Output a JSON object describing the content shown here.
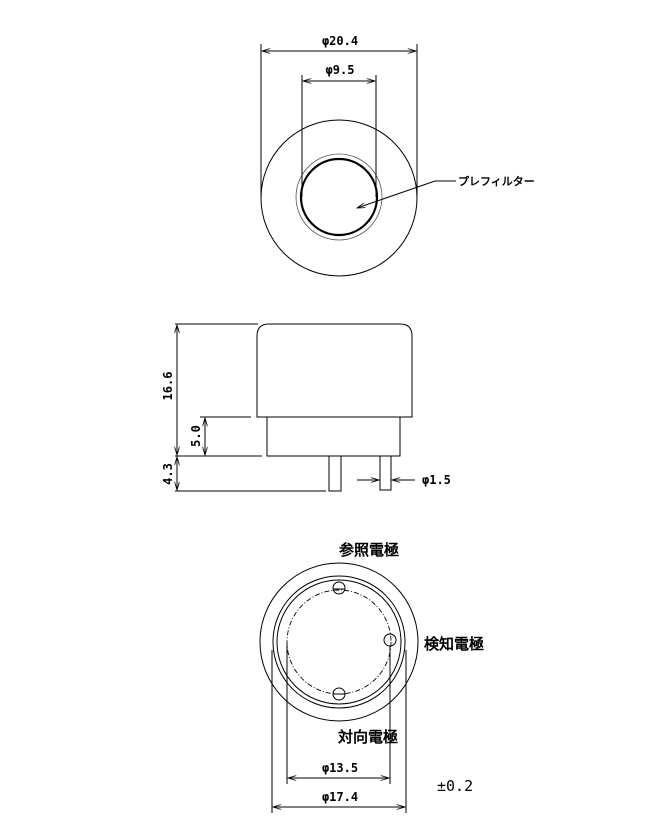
{
  "top_view": {
    "outer_diameter_label": "φ20.4",
    "inner_diameter_label": "φ9.5",
    "prefilter_label": "プレフィルター"
  },
  "side_view": {
    "total_height_label": "16.6",
    "base_height_label": "5.0",
    "pin_length_label": "4.3",
    "pin_diameter_label": "φ1.5"
  },
  "bottom_view": {
    "reference_electrode_label": "参照電極",
    "sensing_electrode_label": "検知電極",
    "counter_electrode_label": "対向電極",
    "pin_circle_diameter_label": "φ13.5",
    "base_diameter_label": "φ17.4"
  },
  "tolerance_label": "±0.2"
}
